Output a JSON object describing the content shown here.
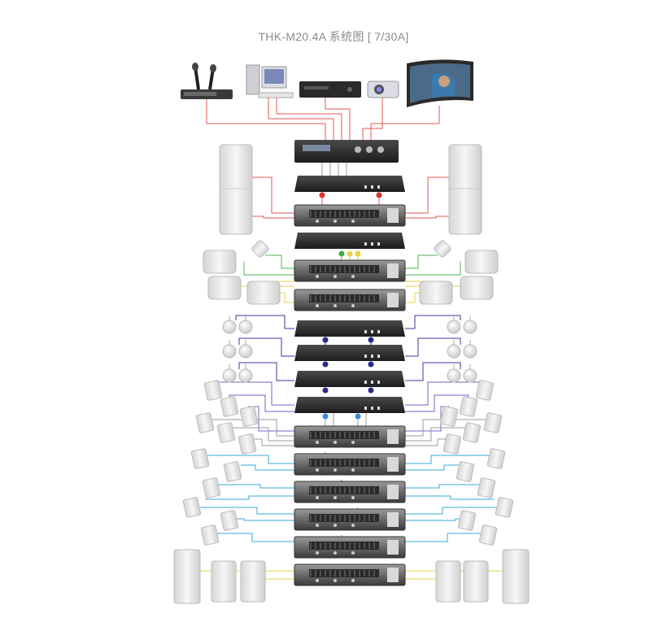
{
  "title": "THK-M20.4A 系统图 [ 7/30A]",
  "colors": {
    "wire_red": "#e05a50",
    "wire_green": "#4fb04f",
    "wire_yellow": "#e6d24a",
    "wire_navy": "#3a3a9a",
    "wire_purple": "#7b5ec8",
    "wire_gray": "#9a9aa0",
    "wire_cyan": "#3aa8d8",
    "rack_dark": "#2a2a2a",
    "amp_face": "#6e6e6e",
    "speaker_white": "#e8e8e8"
  },
  "rack_units": [
    {
      "kind": "controller",
      "icon": "matrix-controller-icon"
    },
    {
      "kind": "processor",
      "icon": "processor-icon"
    },
    {
      "kind": "amplifier",
      "icon": "amplifier-icon"
    },
    {
      "kind": "processor",
      "icon": "processor-icon"
    },
    {
      "kind": "amplifier",
      "icon": "amplifier-icon"
    },
    {
      "kind": "amplifier",
      "icon": "amplifier-icon"
    },
    {
      "kind": "processor",
      "icon": "processor-icon"
    },
    {
      "kind": "processor",
      "icon": "processor-icon"
    },
    {
      "kind": "processor",
      "icon": "processor-icon"
    },
    {
      "kind": "processor",
      "icon": "processor-icon"
    },
    {
      "kind": "amplifier",
      "icon": "amplifier-icon"
    },
    {
      "kind": "amplifier",
      "icon": "amplifier-icon"
    },
    {
      "kind": "amplifier",
      "icon": "amplifier-icon"
    },
    {
      "kind": "amplifier",
      "icon": "amplifier-icon"
    },
    {
      "kind": "amplifier",
      "icon": "amplifier-icon"
    },
    {
      "kind": "amplifier",
      "icon": "amplifier-icon"
    }
  ],
  "sources": [
    {
      "icon": "wireless-microphone-receiver-icon"
    },
    {
      "icon": "computer-icon"
    },
    {
      "icon": "dvd-player-icon"
    },
    {
      "icon": "projector-icon"
    },
    {
      "icon": "projection-screen-icon"
    }
  ]
}
